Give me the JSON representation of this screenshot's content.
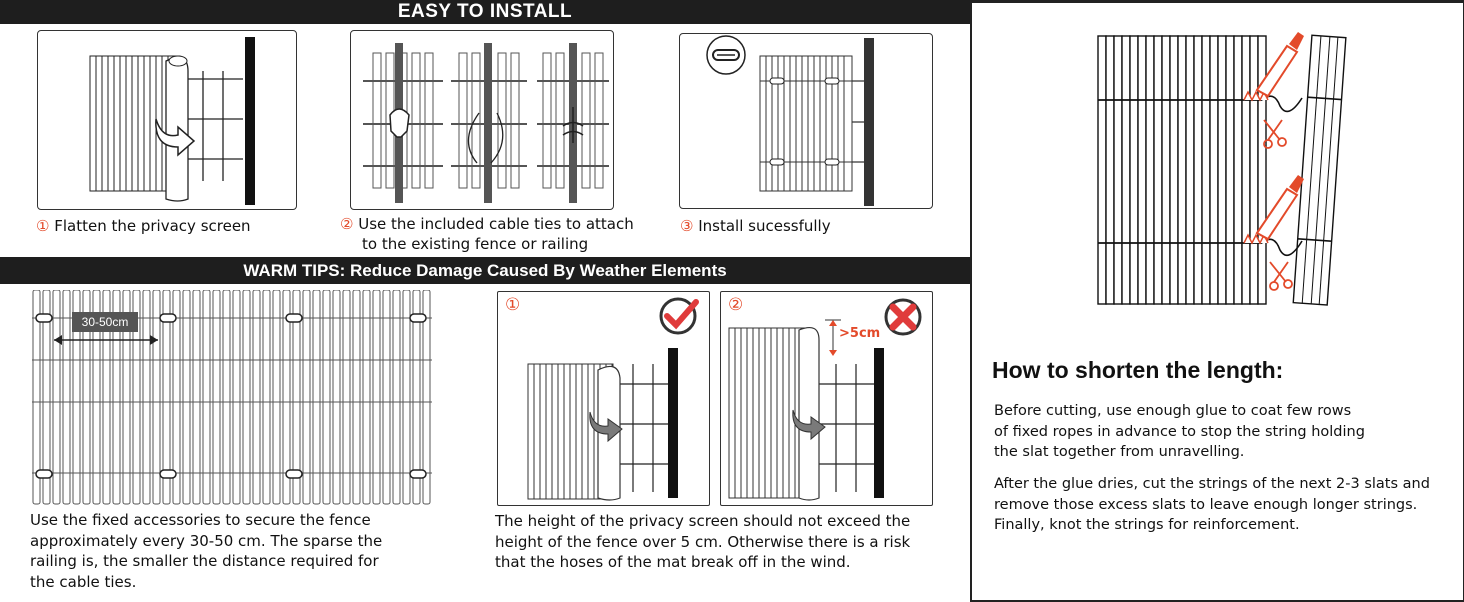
{
  "install": {
    "header": "EASY TO INSTALL",
    "steps": [
      {
        "num": "①",
        "text": "Flatten the privacy screen",
        "text2": ""
      },
      {
        "num": "②",
        "text": "Use the included cable ties to attach",
        "text2": "to the existing fence or railing"
      },
      {
        "num": "③",
        "text": "Install sucessfully",
        "text2": ""
      }
    ]
  },
  "tips": {
    "header": "WARM TIPS: Reduce Damage Caused By Weather Elements",
    "spacing_label": "30-50cm",
    "left_text": [
      "Use the fixed accessories to secure the fence",
      "approximately every 30-50 cm. The sparse the",
      "railing is, the smaller the distance required for",
      "the cable ties."
    ],
    "panel1_num": "①",
    "panel2_num": "②",
    "height_label": ">5cm",
    "right_text": [
      "The height of the privacy screen should not exceed the",
      "height of the fence over 5 cm. Otherwise there is a risk",
      "that the hoses of the mat break off in the wind."
    ]
  },
  "shorten": {
    "title": "How to shorten the length:",
    "para1": [
      "Before cutting, use enough glue to coat few rows",
      "of fixed ropes in advance to stop the string holding",
      "the slat together from unravelling."
    ],
    "para2": [
      "After the glue dries, cut the strings of the next 2-3 slats and",
      "remove those excess slats to leave enough longer strings.",
      "Finally, knot the strings for reinforcement."
    ]
  },
  "colors": {
    "accent": "#e34a2a",
    "ok": "#e03b3b",
    "dark": "#1e1e1e"
  },
  "icons": [
    "roll-screen-icon",
    "cable-tie-icon",
    "check-mark-icon",
    "cross-mark-icon",
    "glue-bottle-icon",
    "scissors-icon"
  ]
}
